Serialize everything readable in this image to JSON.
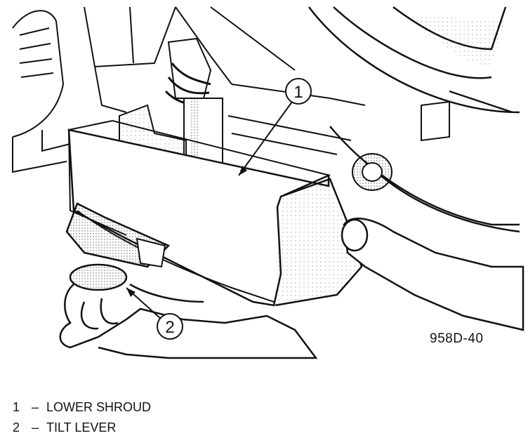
{
  "figure": {
    "id": "958D-40",
    "callouts": [
      {
        "number": "1",
        "label": "LOWER SHROUD"
      },
      {
        "number": "2",
        "label": "TILT LEVER"
      }
    ],
    "legend_separator": "–"
  }
}
